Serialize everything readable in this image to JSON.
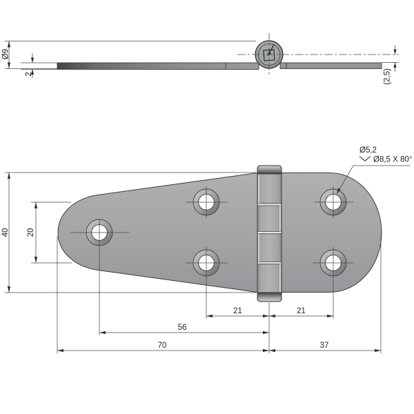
{
  "drawing": {
    "type": "hinge-technical-drawing",
    "colors": {
      "background": "#ffffff",
      "line": "#3a3a3a",
      "dimension_line": "#474747",
      "text": "#1f1f1f",
      "plate_gray": "#a2a4a6",
      "hole_fill": "#ffffff"
    },
    "side_view": {
      "barrel_diameter": "Ø9",
      "leaf_thickness": "2",
      "pin_center_offset": "(2,5)"
    },
    "plan_view": {
      "overall_height": "40",
      "hole_row_spacing": "20",
      "pitch_left_of_pivot": "21",
      "pitch_right_of_pivot": "21",
      "left_hole_to_pivot": "56",
      "left_leaf_length": "70",
      "right_leaf_length": "37",
      "callout": {
        "hole_diameter": "Ø5,2",
        "countersink_spec": "Ø8,5 X 80°"
      }
    }
  }
}
